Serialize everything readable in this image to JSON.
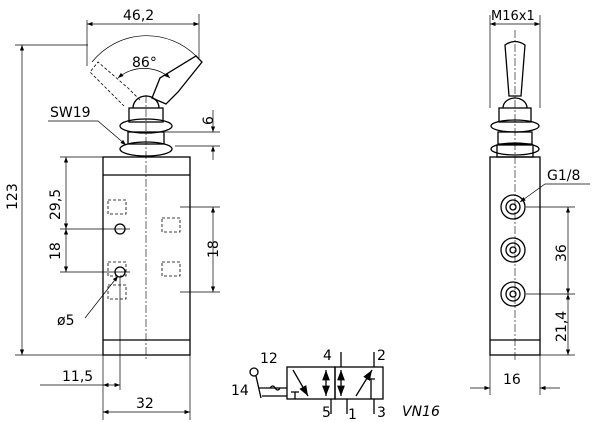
{
  "front_view": {
    "dim_width_top": "46,2",
    "dim_angle": "86°",
    "label_wrench": "SW19",
    "dim_nut_height": "6",
    "dim_total_height": "123",
    "dim_port_offset": "29,5",
    "dim_port_pitch_left": "18",
    "dim_port_pitch_right": "18",
    "label_hole": "ø5",
    "dim_hole_offset": "11,5",
    "dim_body_width": "32"
  },
  "side_view": {
    "label_thread": "M16x1",
    "label_port": "G1/8",
    "dim_port_pitch": "36",
    "dim_port_bottom": "21,4",
    "dim_body_width": "16"
  },
  "symbol": {
    "port_12": "12",
    "port_14": "14",
    "port_4": "4",
    "port_2": "2",
    "port_5": "5",
    "port_1": "1",
    "port_3": "3",
    "model": "VN16"
  }
}
